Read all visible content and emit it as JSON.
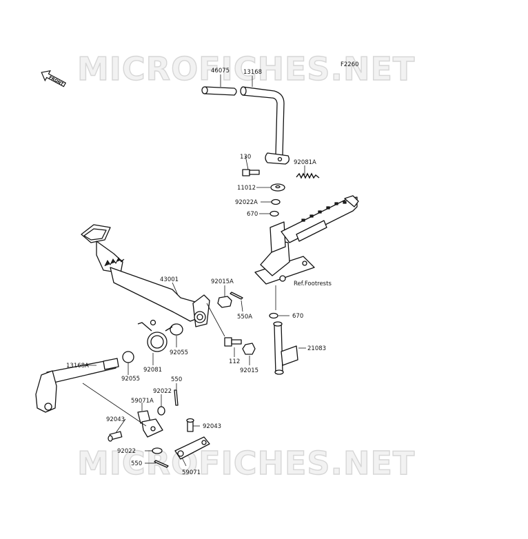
{
  "figure_code": "F2260",
  "watermark": "MICROFICHES.NET",
  "front_badge": "FRONT",
  "reference_label": "Ref.Footrests",
  "callouts": [
    {
      "id": "46075"
    },
    {
      "id": "13168"
    },
    {
      "id": "130"
    },
    {
      "id": "92081A"
    },
    {
      "id": "11012"
    },
    {
      "id": "92022A"
    },
    {
      "id": "670"
    },
    {
      "id": "43001"
    },
    {
      "id": "92015A"
    },
    {
      "id": "550A"
    },
    {
      "id": "670"
    },
    {
      "id": "92055"
    },
    {
      "id": "21083"
    },
    {
      "id": "112"
    },
    {
      "id": "92081"
    },
    {
      "id": "92015"
    },
    {
      "id": "13168A"
    },
    {
      "id": "92055"
    },
    {
      "id": "550"
    },
    {
      "id": "92022"
    },
    {
      "id": "59071A"
    },
    {
      "id": "92043"
    },
    {
      "id": "92043"
    },
    {
      "id": "92022"
    },
    {
      "id": "550"
    },
    {
      "id": "59071"
    }
  ]
}
